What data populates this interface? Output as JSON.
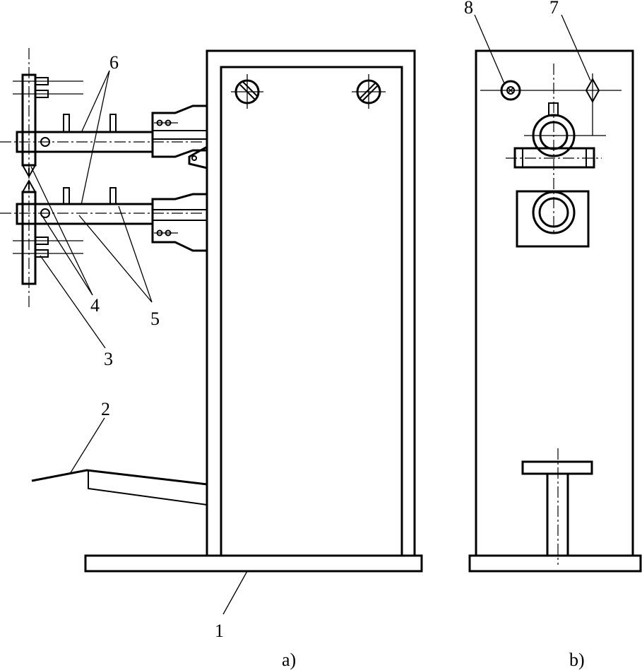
{
  "labels": {
    "l1": "1",
    "l2": "2",
    "l3": "3",
    "l4": "4",
    "l5": "5",
    "l6": "6",
    "l7": "7",
    "l8": "8"
  },
  "captions": {
    "a": "a)",
    "b": "b)"
  }
}
